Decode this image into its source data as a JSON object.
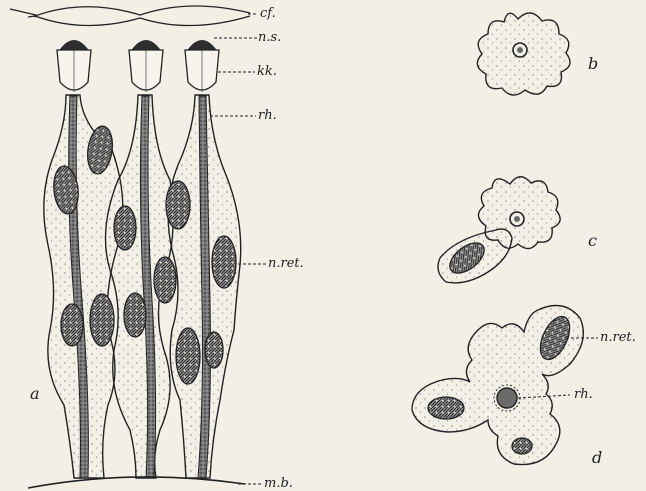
{
  "figure": {
    "panel_letters": {
      "a": "a",
      "b": "b",
      "c": "c",
      "d": "d"
    },
    "labels": {
      "cf": "cf.",
      "ns": "n.s.",
      "kk": "kk.",
      "rh_a": "rh.",
      "nret_a": "n.ret.",
      "mb": "m.b.",
      "nret_d": "n.ret.",
      "rh_d": "rh."
    }
  },
  "colors": {
    "ink": "#222222",
    "paper": "#f1efe6"
  }
}
